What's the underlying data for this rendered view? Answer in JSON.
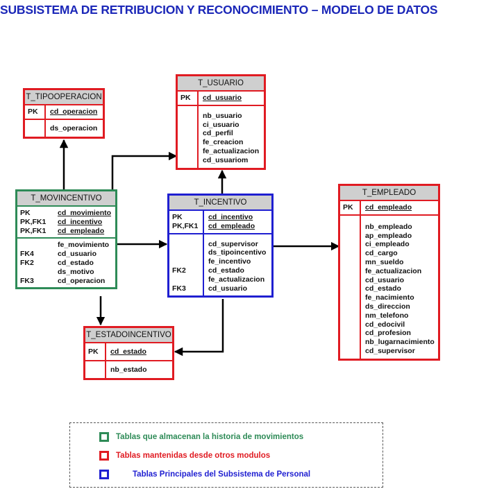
{
  "title": "SUBSISTEMA DE RETRIBUCION Y RECONOCIMIENTO – MODELO DE DATOS",
  "colors": {
    "title": "#1b27b8",
    "history": "#2e8b57",
    "external": "#e01b22",
    "principal": "#1f1fd1",
    "header_fill": "#cfcfcf"
  },
  "tables": {
    "tipooperacion": {
      "name": "T_TIPOOPERACION",
      "pk_labels": [
        "PK"
      ],
      "pk_fields": [
        "cd_operacion"
      ],
      "attr_labels": [
        ""
      ],
      "attr_fields": [
        "ds_operacion"
      ]
    },
    "usuario": {
      "name": "T_USUARIO",
      "pk_labels": [
        "PK"
      ],
      "pk_fields": [
        "cd_usuario"
      ],
      "attr_labels": [
        "",
        "",
        "",
        "",
        "",
        ""
      ],
      "attr_fields": [
        "nb_usuario",
        "ci_usuario",
        "cd_perfil",
        "fe_creacion",
        "fe_actualizacion",
        "cd_usuariom"
      ]
    },
    "movincentivo": {
      "name": "T_MOVINCENTIVO",
      "pk_labels": [
        "PK",
        "PK,FK1",
        "PK,FK1"
      ],
      "pk_fields": [
        "cd_movimiento",
        "cd_incentivo",
        "cd_empleado"
      ],
      "attr_labels": [
        "",
        "FK4",
        "FK2",
        "",
        "FK3"
      ],
      "attr_fields": [
        "fe_movimiento",
        "cd_usuario",
        "cd_estado",
        "ds_motivo",
        "cd_operacion"
      ]
    },
    "incentivo": {
      "name": "T_INCENTIVO",
      "pk_labels": [
        "PK",
        "PK,FK1"
      ],
      "pk_fields": [
        "cd_incentivo",
        "cd_empleado"
      ],
      "attr_labels": [
        "",
        "",
        "",
        "FK2",
        "",
        "FK3"
      ],
      "attr_fields": [
        "cd_supervisor",
        "ds_tipoincentivo",
        "fe_incentivo",
        "cd_estado",
        "fe_actualizacion",
        "cd_usuario"
      ]
    },
    "empleado": {
      "name": "T_EMPLEADO",
      "pk_labels": [
        "PK"
      ],
      "pk_fields": [
        "cd_empleado"
      ],
      "attr_labels": [
        "",
        "",
        "",
        "",
        "",
        "",
        "",
        "",
        "",
        "",
        "",
        "",
        "",
        "",
        ""
      ],
      "attr_fields": [
        "nb_empleado",
        "ap_empleado",
        "ci_empleado",
        "cd_cargo",
        "mn_sueldo",
        "fe_actualizacion",
        "cd_usuario",
        "cd_estado",
        "fe_nacimiento",
        "ds_direccion",
        "nm_telefono",
        "cd_edocivil",
        "cd_profesion",
        "nb_lugarnacimiento",
        "cd_supervisor"
      ]
    },
    "estadoincentivo": {
      "name": "T_ESTADOINCENTIVO",
      "pk_labels": [
        "PK"
      ],
      "pk_fields": [
        "cd_estado"
      ],
      "attr_labels": [
        ""
      ],
      "attr_fields": [
        "nb_estado"
      ]
    }
  },
  "legend": {
    "history": "Tablas que almacenan la historia de movimientos",
    "external": "Tablas mantenidas desde otros modulos",
    "principal": "Tablas Principales del Subsistema de Personal"
  }
}
